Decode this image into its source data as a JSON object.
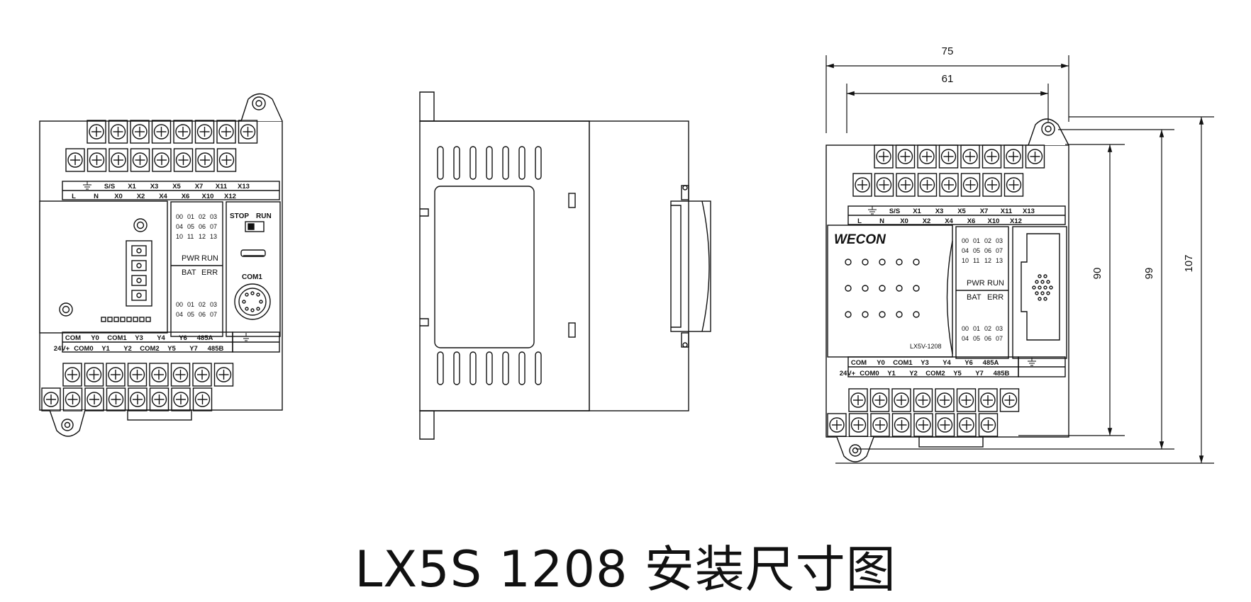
{
  "caption": "LX5S 1208 安装尺寸图",
  "terminal_rows": {
    "top_upper": [
      "",
      "S/S",
      "X1",
      "X3",
      "X5",
      "X7",
      "X11",
      "X13"
    ],
    "top_lower": [
      "L",
      "N",
      "X0",
      "X2",
      "X4",
      "X6",
      "X10",
      "X12"
    ],
    "bottom_upper": [
      "COM",
      "Y0",
      "COM1",
      "Y3",
      "Y4",
      "Y6",
      "485A",
      ""
    ],
    "bottom_lower": [
      "24V+",
      "COM0",
      "Y1",
      "Y2",
      "COM2",
      "Y5",
      "Y7",
      "485B"
    ]
  },
  "front_view_left": {
    "led_in_rows": [
      [
        "00",
        "01",
        "02",
        "03"
      ],
      [
        "04",
        "05",
        "06",
        "07"
      ],
      [
        "10",
        "11",
        "12",
        "13"
      ]
    ],
    "status_labels": [
      "PWR",
      "RUN",
      "BAT",
      "ERR"
    ],
    "led_out_rows": [
      [
        "00",
        "01",
        "02",
        "03"
      ],
      [
        "04",
        "05",
        "06",
        "07"
      ]
    ],
    "switch_labels": [
      "STOP",
      "RUN"
    ],
    "com_label": "COM1"
  },
  "front_view_right": {
    "brand": "WECON",
    "model": "LX5V-1208",
    "led_in_rows": [
      [
        "00",
        "01",
        "02",
        "03"
      ],
      [
        "04",
        "05",
        "06",
        "07"
      ],
      [
        "10",
        "11",
        "12",
        "13"
      ]
    ],
    "status_labels": [
      "PWR",
      "RUN",
      "BAT",
      "ERR"
    ],
    "led_out_rows": [
      [
        "00",
        "01",
        "02",
        "03"
      ],
      [
        "04",
        "05",
        "06",
        "07"
      ]
    ]
  },
  "dimensions": {
    "overall_width": "75",
    "mount_width": "61",
    "body_height": "90",
    "terminal_height": "99",
    "total_height": "107"
  }
}
